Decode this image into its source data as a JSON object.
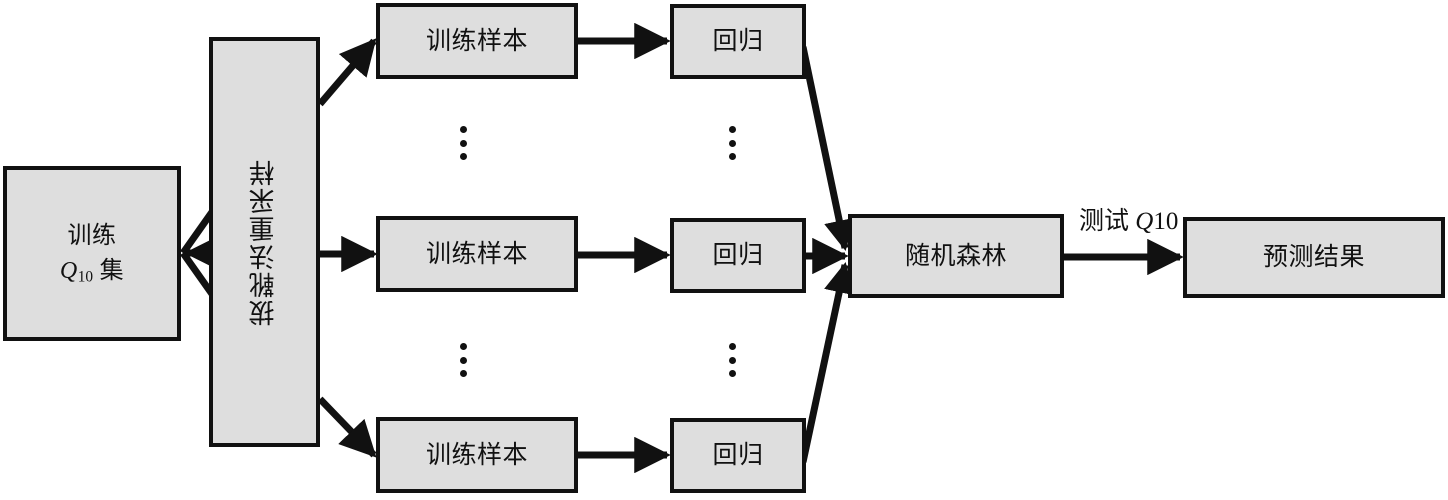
{
  "diagram": {
    "title": "Random forest Q10 prediction flowchart",
    "colors": {
      "box_fill": "#dedede",
      "box_border": "#111111",
      "arrow": "#111111",
      "background": "#ffffff"
    },
    "nodes": {
      "dataset": {
        "line1": "训练",
        "line2_q": "Q",
        "line2_sub": "10",
        "line2_rest": " 集"
      },
      "bootstrap": {
        "label": "拔靴法重采样"
      },
      "train_sample_1": {
        "label": "训练样本"
      },
      "train_sample_2": {
        "label": "训练样本"
      },
      "train_sample_3": {
        "label": "训练样本"
      },
      "regression_1": {
        "label": "回归"
      },
      "regression_2": {
        "label": "回归"
      },
      "regression_3": {
        "label": "回归"
      },
      "random_forest": {
        "label": "随机森林"
      },
      "prediction_result": {
        "label": "预测结果"
      }
    },
    "edges": {
      "test_label": {
        "text": "测试 ",
        "q": "Q",
        "sub": "10"
      }
    },
    "ellipsis": {
      "glyph": "⋮",
      "dots": 3
    }
  }
}
